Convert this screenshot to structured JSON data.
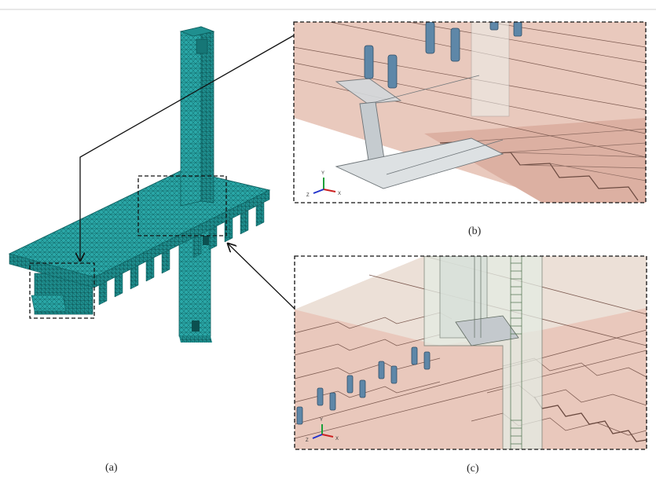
{
  "captions": {
    "a": "(a)",
    "b": "(b)",
    "c": "(c)"
  },
  "axes": {
    "x": "X",
    "y": "Y",
    "z": "Z"
  },
  "colors": {
    "mesh": "#2aa7a7",
    "mesh_line": "#0d5d5d",
    "concrete": "#e7c3b6",
    "deck_edge": "#6b4a40",
    "steel": "#d3d8db",
    "stud": "#5e87a8",
    "column_glass": "#e4ece4"
  }
}
